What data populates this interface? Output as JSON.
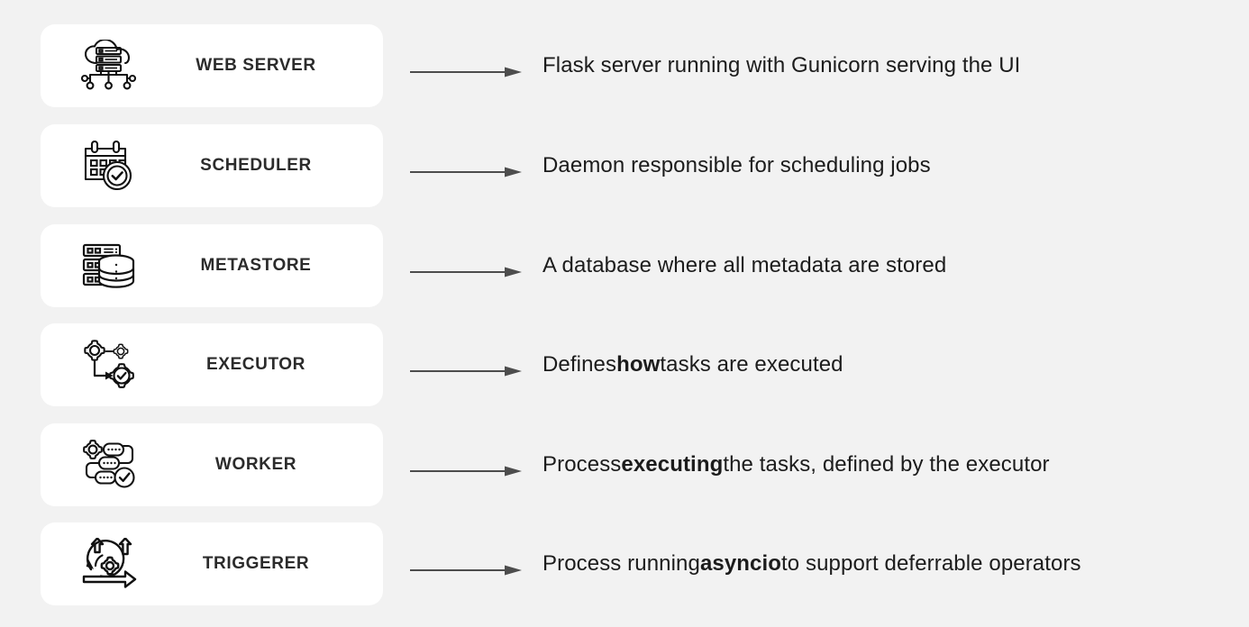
{
  "page": {
    "background_color": "#f2f2f2",
    "card_color": "#ffffff",
    "text_color": "#1c1c1c",
    "label_color": "#2b2b2b",
    "arrow_color": "#4d4d4d"
  },
  "rows": [
    {
      "icon": "cloud-server-icon",
      "label": "WEB SERVER",
      "description_prefix": "Flask server running with Gunicorn serving the UI",
      "description_bold": "",
      "description_suffix": ""
    },
    {
      "icon": "calendar-check-icon",
      "label": "SCHEDULER",
      "description_prefix": "Daemon responsible for scheduling jobs",
      "description_bold": "",
      "description_suffix": ""
    },
    {
      "icon": "database-rack-icon",
      "label": "METASTORE",
      "description_prefix": "A database where all metadata are stored",
      "description_bold": "",
      "description_suffix": ""
    },
    {
      "icon": "gears-flow-icon",
      "label": "EXECUTOR",
      "description_prefix": "Defines ",
      "description_bold": "how",
      "description_suffix": " tasks are executed"
    },
    {
      "icon": "pipeline-gear-icon",
      "label": "WORKER",
      "description_prefix": "Process ",
      "description_bold": "executing",
      "description_suffix": " the tasks, defined by the executor"
    },
    {
      "icon": "agile-cycle-icon",
      "label": "TRIGGERER",
      "description_prefix": "Process running ",
      "description_bold": "asyncio",
      "description_suffix": " to support deferrable operators"
    }
  ]
}
